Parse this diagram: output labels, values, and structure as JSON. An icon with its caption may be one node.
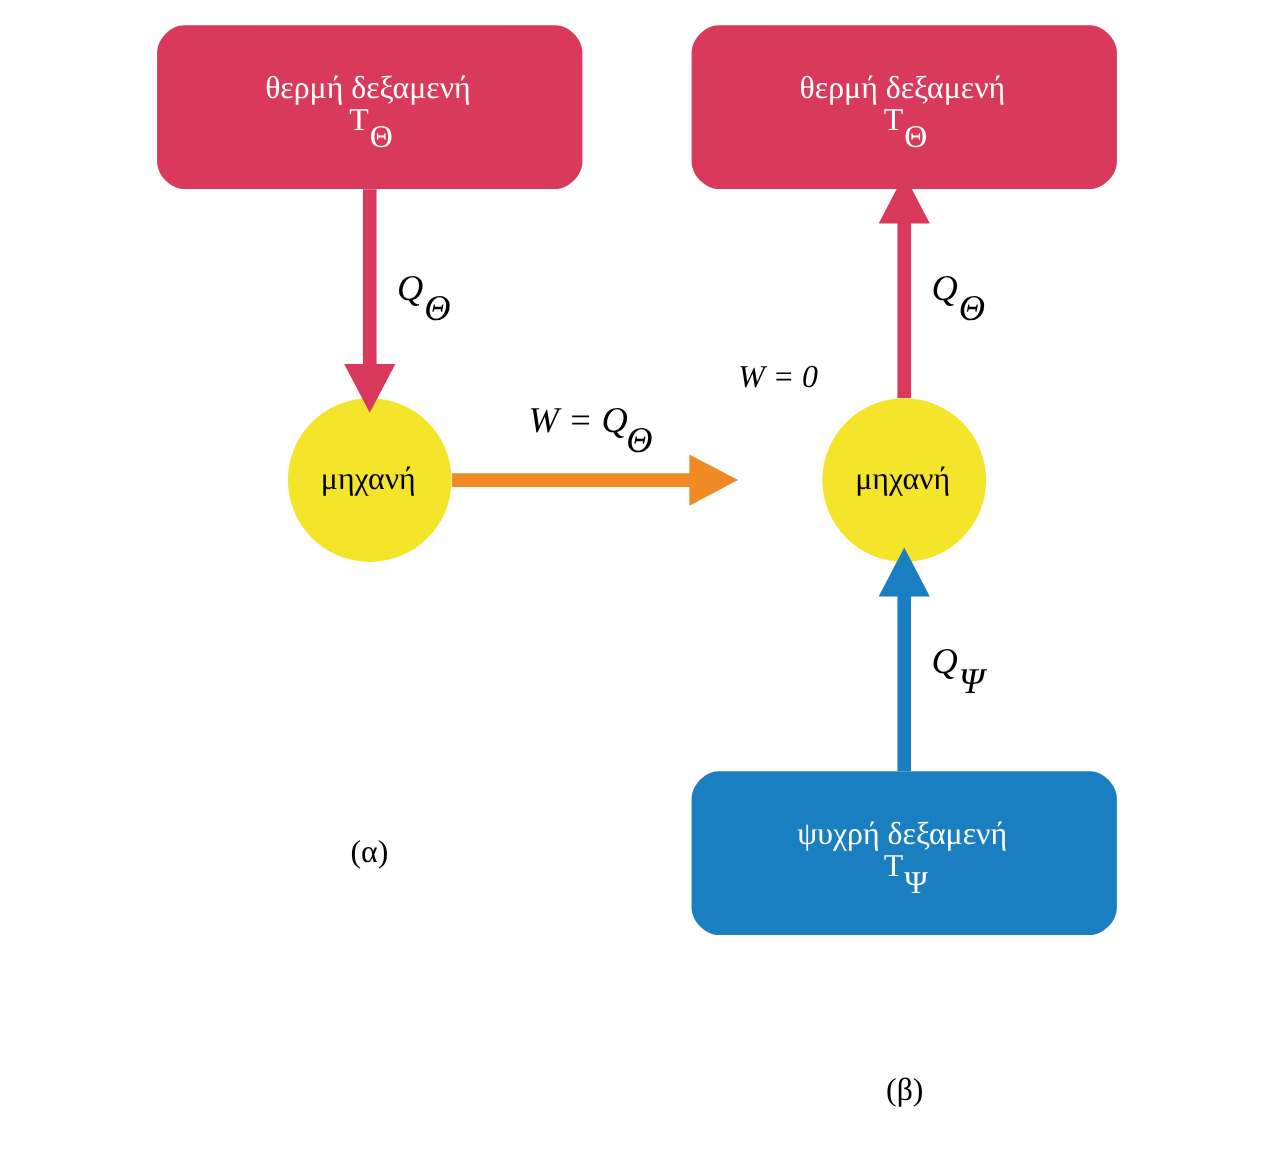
{
  "diagram": {
    "nodes": [
      {
        "text": [
          "θερμή δεξαμενή",
          "T$_{Θ}$"
        ]
      },
      {
        "text": [
          "μηχανή"
        ]
      },
      {
        "text": [
          "θερμή δεξαμενή",
          "T$_{Θ}$"
        ]
      },
      {
        "text": [
          "μηχανή"
        ],
        "beside": [
          "W = 0"
        ]
      },
      {
        "text": [
          "ψυχρή δεξαμενή",
          "T$_{Ψ}$"
        ]
      }
    ],
    "edges": [
      {
        "from": 0,
        "to": 1,
        "arrow": "to",
        "label": "Q$_{Θ}$",
        "color": "#d9395a"
      },
      {
        "from": 1,
        "to": null,
        "arrow": "to",
        "label": "W = Q$_{Θ}$",
        "color": "#f08a24"
      },
      {
        "from": 3,
        "to": 2,
        "arrow": "to",
        "label": "Q$_{Θ}$",
        "color": "#d9395a"
      },
      {
        "from": 4,
        "to": 3,
        "arrow": "to",
        "label": "Q$_{Ψ}$",
        "color": "#1a7fc0"
      }
    ],
    "labels": [
      "(α)",
      "(β)"
    ]
  }
}
